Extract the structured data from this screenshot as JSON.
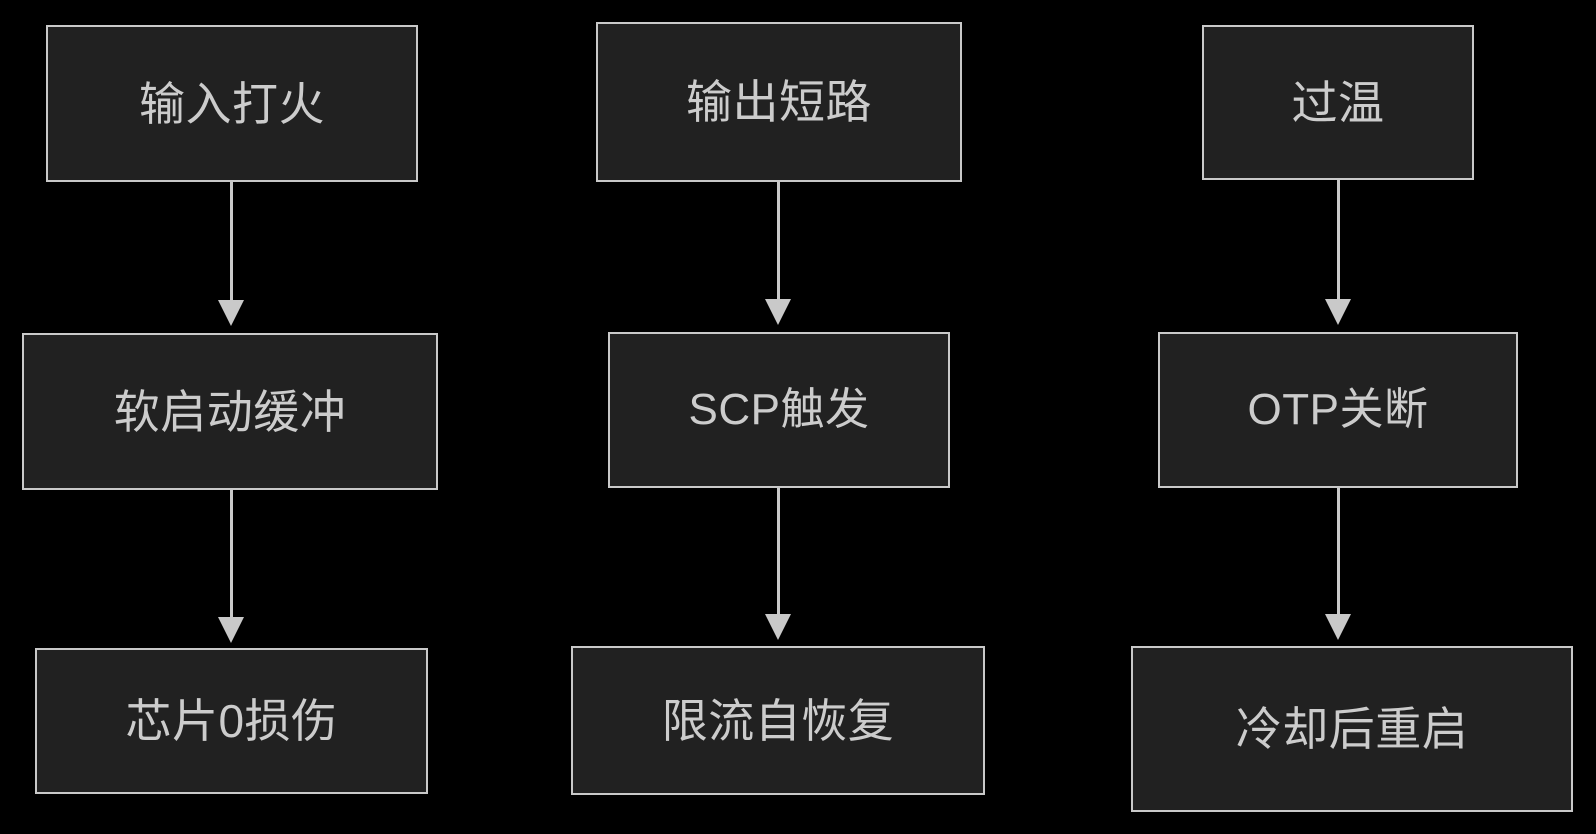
{
  "diagram": {
    "title": "",
    "background_color": "#000000",
    "node_fill_color": "#212121",
    "node_border_color": "#c9c9c9",
    "text_color": "#cccccc",
    "edge_color": "#c9c9c9",
    "orientation": "top-to-bottom",
    "columns": [
      {
        "id": "col-input-arc",
        "nodes": [
          {
            "id": "n1",
            "label": "输入打火"
          },
          {
            "id": "n4",
            "label": "软启动缓冲"
          },
          {
            "id": "n7",
            "label": "芯片0损伤"
          }
        ]
      },
      {
        "id": "col-output-short",
        "nodes": [
          {
            "id": "n2",
            "label": "输出短路"
          },
          {
            "id": "n5",
            "label": "SCP触发"
          },
          {
            "id": "n8",
            "label": "限流自恢复"
          }
        ]
      },
      {
        "id": "col-over-temp",
        "nodes": [
          {
            "id": "n3",
            "label": "过温"
          },
          {
            "id": "n6",
            "label": "OTP关断"
          },
          {
            "id": "n9",
            "label": "冷却后重启"
          }
        ]
      }
    ],
    "edges": [
      {
        "id": "e1",
        "from": "n1",
        "to": "n4",
        "label": "",
        "arrow": "arrow-down-icon"
      },
      {
        "id": "e2",
        "from": "n4",
        "to": "n7",
        "label": "",
        "arrow": "arrow-down-icon"
      },
      {
        "id": "e3",
        "from": "n2",
        "to": "n5",
        "label": "",
        "arrow": "arrow-down-icon"
      },
      {
        "id": "e4",
        "from": "n5",
        "to": "n8",
        "label": "",
        "arrow": "arrow-down-icon"
      },
      {
        "id": "e5",
        "from": "n3",
        "to": "n6",
        "label": "",
        "arrow": "arrow-down-icon"
      },
      {
        "id": "e6",
        "from": "n6",
        "to": "n9",
        "label": "",
        "arrow": "arrow-down-icon"
      }
    ]
  }
}
